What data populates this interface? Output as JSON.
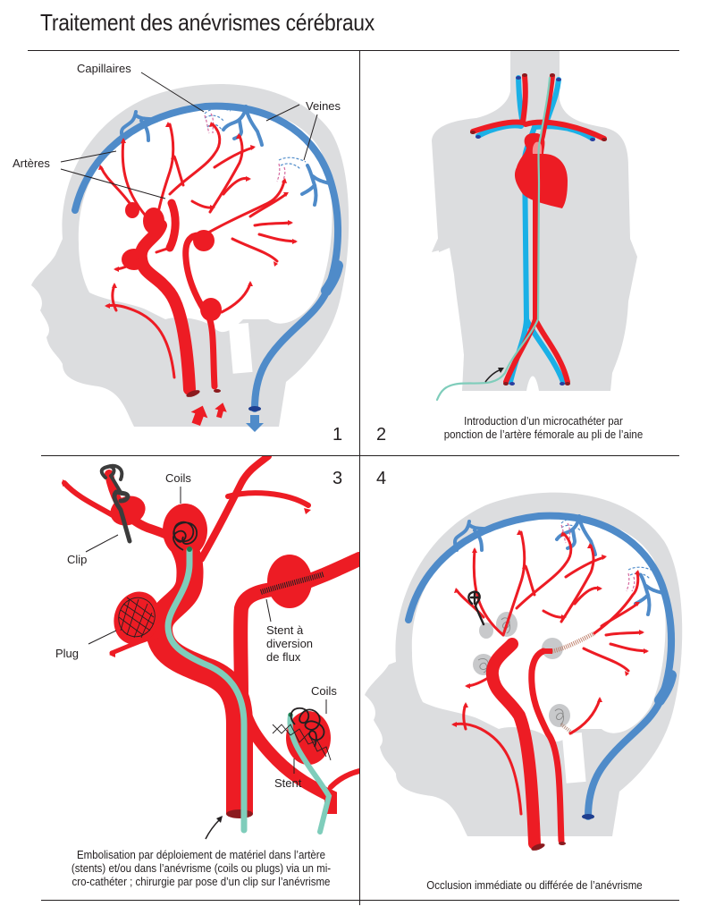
{
  "title": "Traitement des anévrismes cérébraux",
  "colors": {
    "artery": "#ed1c24",
    "vein_head": "#4f8bc9",
    "vein_body": "#1ab0e6",
    "silhouette": "#dcdddf",
    "catheter": "#7fcdbb",
    "device": "#3c3c3c",
    "text": "#231f20"
  },
  "panels": [
    {
      "number": "1",
      "labels": {
        "capillaires": "Capillaires",
        "veines": "Veines",
        "arteres": "Artères"
      },
      "caption": ""
    },
    {
      "number": "2",
      "caption_line1": "Introduction d’un microcathéter par",
      "caption_line2": "ponction de l’artère fémorale au pli de l’aine"
    },
    {
      "number": "3",
      "labels": {
        "coils_top": "Coils",
        "clip": "Clip",
        "plug": "Plug",
        "stent_flux_1": "Stent à",
        "stent_flux_2": "diversion",
        "stent_flux_3": "de flux",
        "coils_bottom": "Coils",
        "stent": "Stent"
      },
      "caption_line1": "Embolisation par déploiement de matériel dans l’artère",
      "caption_line2": "(stents) et/ou dans l’anévrisme (coils ou plugs) via un mi-",
      "caption_line3": "cro-cathéter ; chirurgie par pose d’un clip sur l’anévrisme"
    },
    {
      "number": "4",
      "caption_line1": "Occlusion immédiate ou différée de l’anévrisme"
    }
  ]
}
